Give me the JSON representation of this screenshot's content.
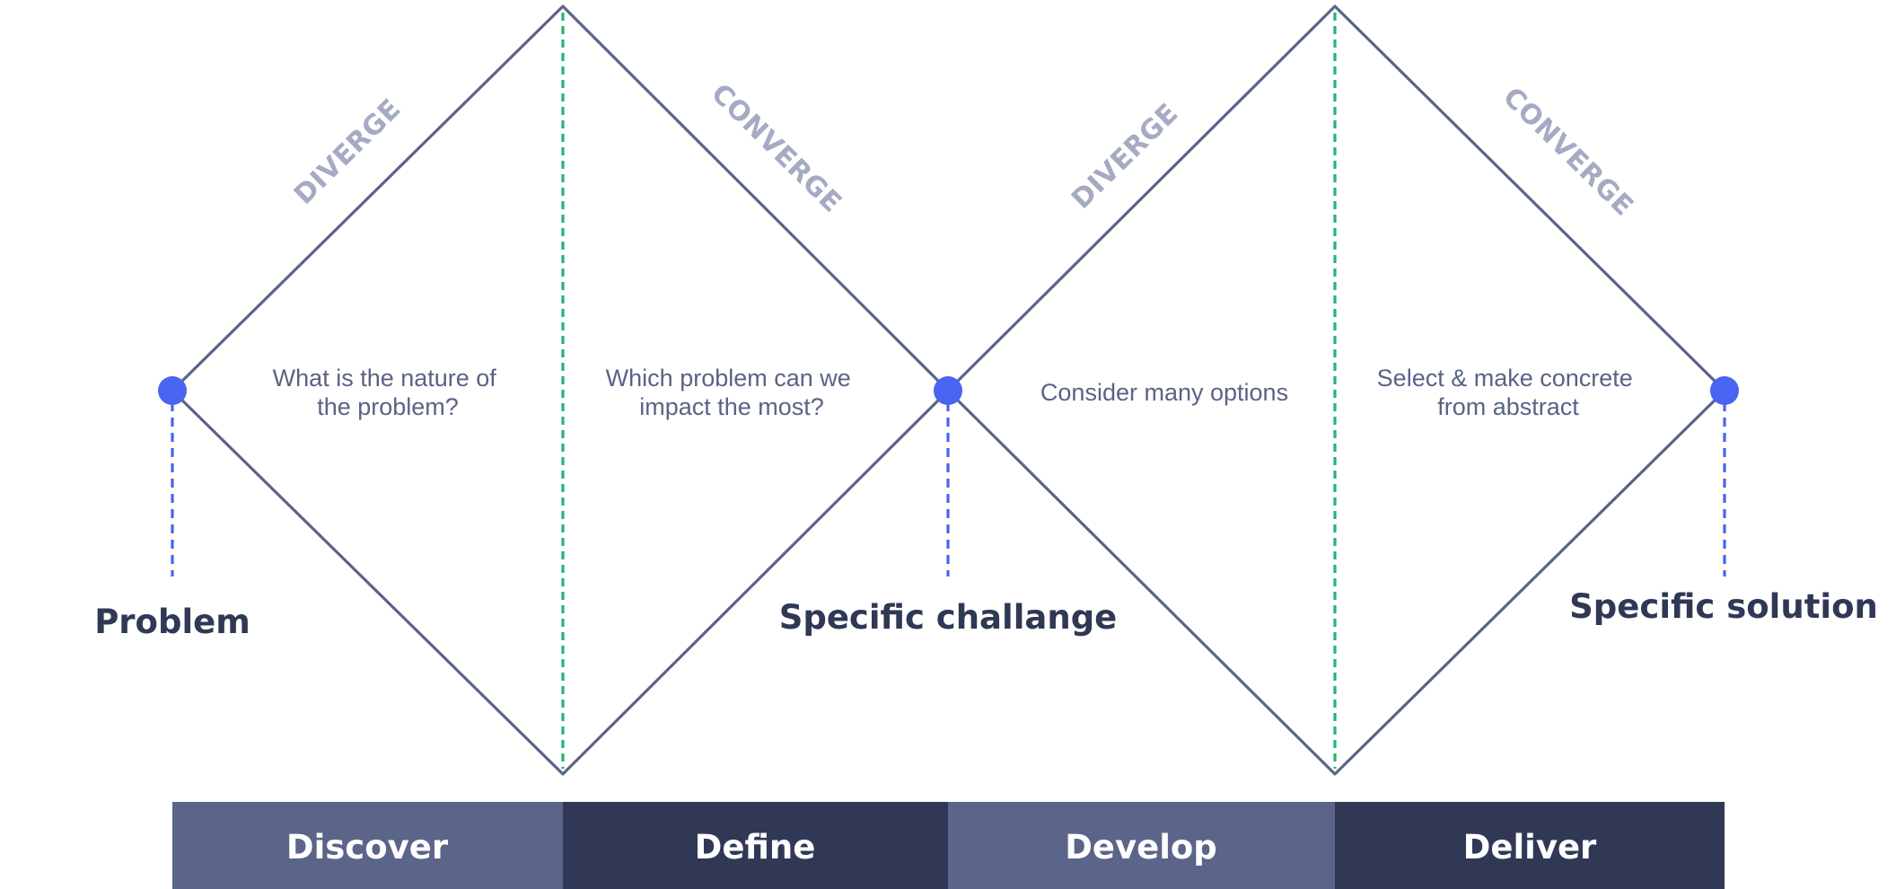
{
  "colors": {
    "diamond_stroke": "#5b6486",
    "divider_green": "#22b573",
    "node_blue": "#4a63f0",
    "phase_word": "#a4abc2",
    "question_text": "#5a6385",
    "milestone_text": "#2f3854",
    "bar_light": "#5b6489",
    "bar_dark": "#303856"
  },
  "diamonds": [
    {
      "diverge_label": "DIVERGE",
      "converge_label": "CONVERGE",
      "diverge_question": [
        "What is the nature of",
        "the problem?"
      ],
      "converge_question": [
        "Which problem can we",
        "impact the most?"
      ]
    },
    {
      "diverge_label": "DIVERGE",
      "converge_label": "CONVERGE",
      "diverge_question": [
        "Consider many options"
      ],
      "converge_question": [
        "Select & make concrete",
        "from abstract"
      ]
    }
  ],
  "milestones": [
    {
      "label": "Problem"
    },
    {
      "label": "Specific challange"
    },
    {
      "label": "Specific solution"
    }
  ],
  "stages": [
    {
      "label": "Discover",
      "color": "#5b6489"
    },
    {
      "label": "Define",
      "color": "#303856"
    },
    {
      "label": "Develop",
      "color": "#5b6489"
    },
    {
      "label": "Deliver",
      "color": "#303856"
    }
  ]
}
